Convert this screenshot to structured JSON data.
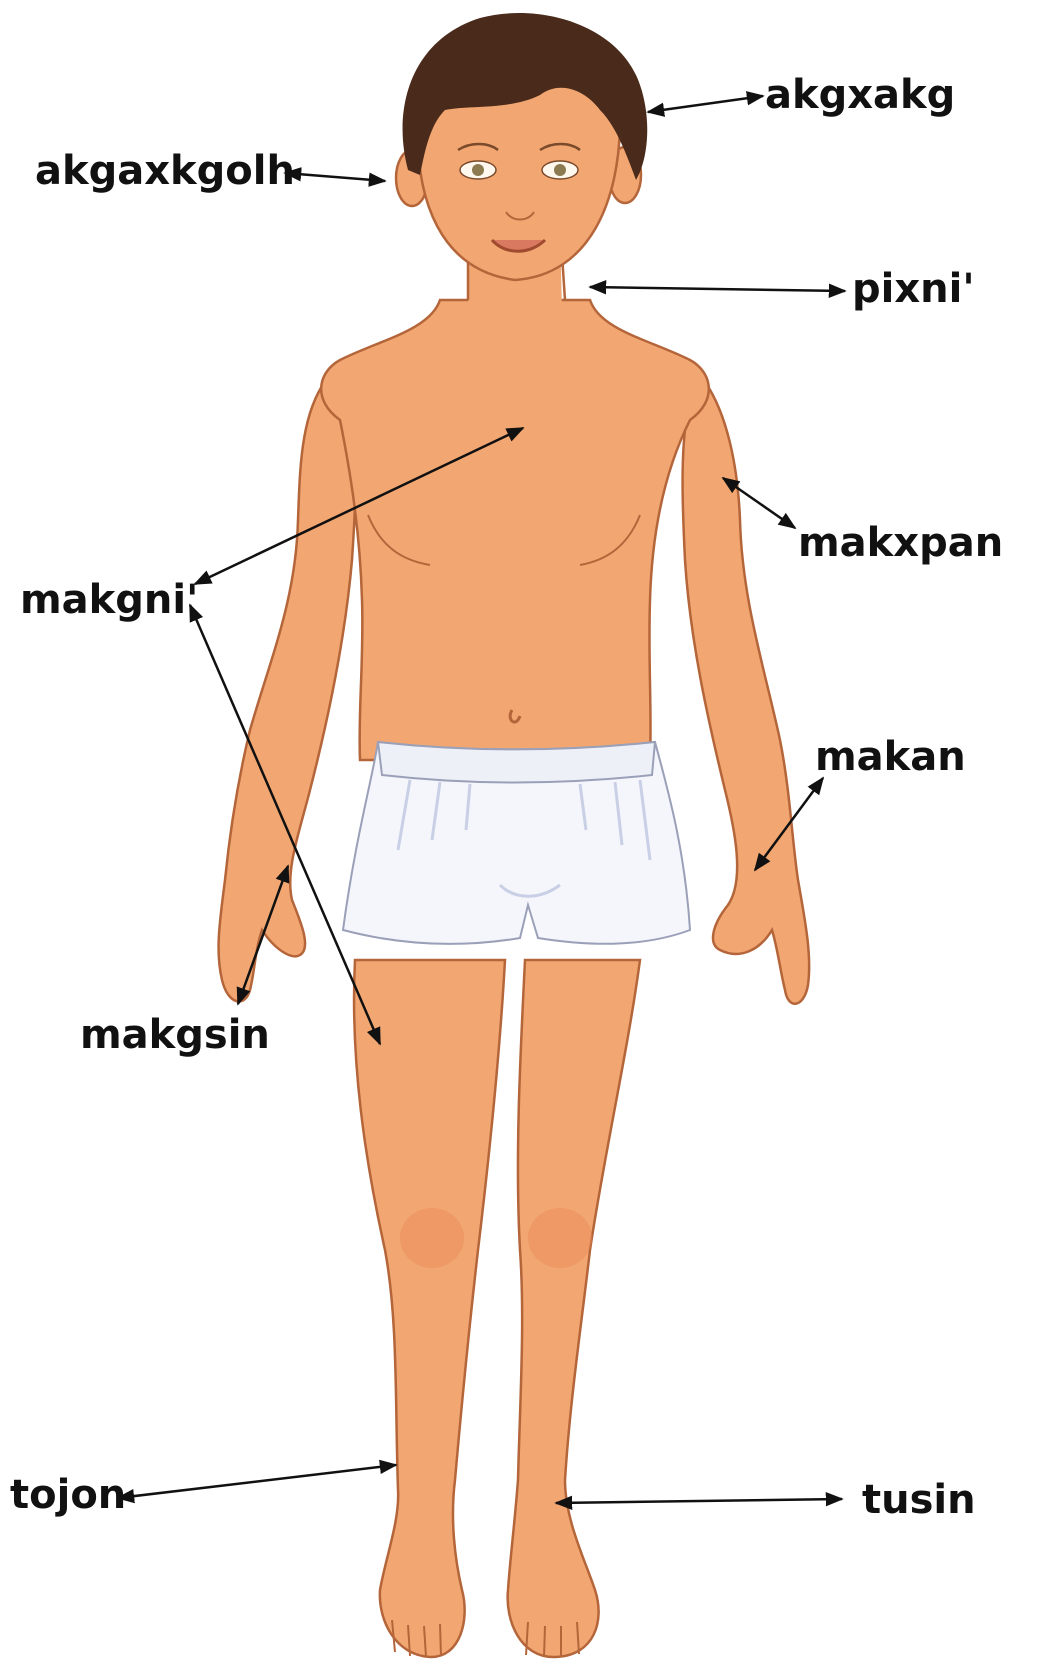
{
  "colors": {
    "skin": "#f2a772",
    "skin_shadow": "#e88a58",
    "skin_outline": "#b4653a",
    "hair": "#4a2a1a",
    "shorts": "#f4f6fb",
    "shorts_shade": "#c9d0e6",
    "arrow": "#111111"
  },
  "labels": {
    "hair": "akgxakg",
    "ear": "akgaxkgolh",
    "neck": "pixni'",
    "chest": "makgni'",
    "upper_arm": "makxpan",
    "hand": "makan",
    "thumb": "makgsin",
    "ankle": "tojon",
    "foot": "tusin"
  }
}
